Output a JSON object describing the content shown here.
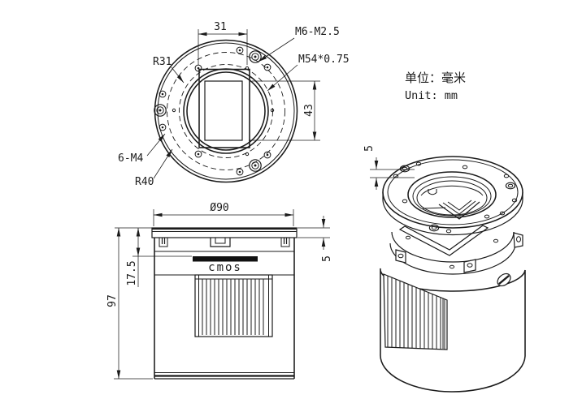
{
  "note": {
    "unit_zh": "单位：毫米",
    "unit_en": "Unit: mm"
  },
  "front_view": {
    "dim_hole_spacing": "31",
    "label_m6_m25": "M6-M2.5",
    "label_m54_thread": "M54*0.75",
    "dim_sensor_height": "43",
    "label_r31": "R31",
    "label_6_m4": "6-M4",
    "label_r40": "R40"
  },
  "side_view": {
    "dim_diameter": "Ø90",
    "dim_sensor_depth": "17.5",
    "dim_total_height": "97",
    "dim_top_thickness": "5",
    "label_sensor": "cmos"
  },
  "iso_view": {
    "dim_flange_thickness": "5"
  }
}
